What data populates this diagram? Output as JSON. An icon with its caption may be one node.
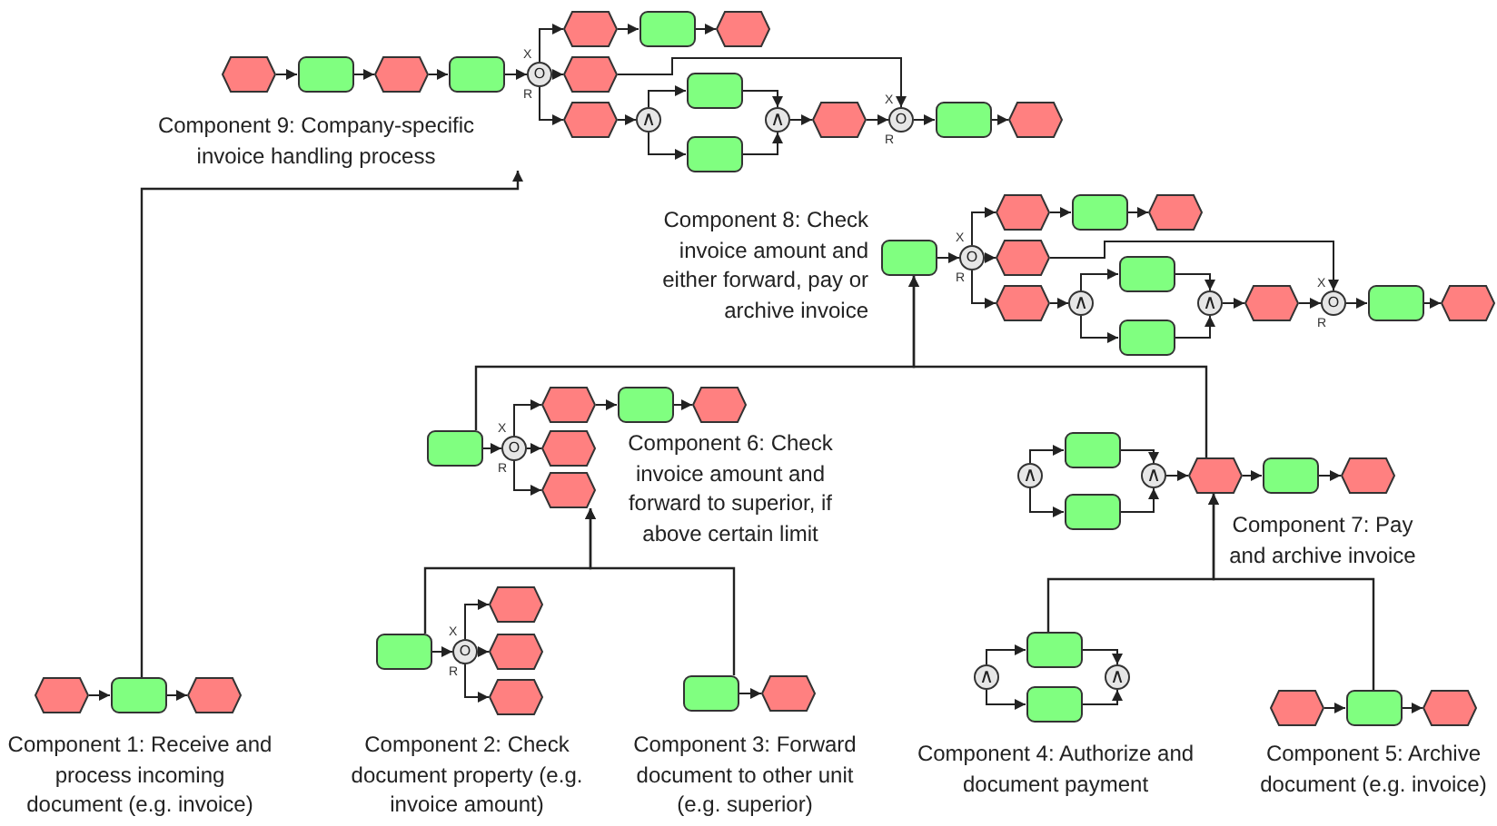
{
  "diagram": {
    "nodes": [
      {
        "text": [
          "Component 9: Company-specific invoice handling process"
        ]
      },
      {
        "text": [],
        "shape": "hexagon"
      },
      {
        "text": [],
        "shape": "box"
      },
      {
        "text": [],
        "shape": "hexagon"
      },
      {
        "text": [],
        "shape": "box"
      },
      {
        "text": [
          "O"
        ],
        "beside": [
          "X",
          "R"
        ]
      },
      {
        "text": [],
        "shape": "hexagon"
      },
      {
        "text": [],
        "shape": "box"
      },
      {
        "text": [],
        "shape": "hexagon"
      },
      {
        "text": [],
        "shape": "hexagon"
      },
      {
        "text": [],
        "shape": "hexagon"
      },
      {
        "text": [
          "∧"
        ]
      },
      {
        "text": [],
        "shape": "box"
      },
      {
        "text": [],
        "shape": "box"
      },
      {
        "text": [
          "∧"
        ]
      },
      {
        "text": [],
        "shape": "hexagon"
      },
      {
        "text": [
          "O"
        ],
        "beside": [
          "X",
          "R"
        ]
      },
      {
        "text": [],
        "shape": "box"
      },
      {
        "text": [],
        "shape": "hexagon"
      },
      {
        "text": [
          "Component 8: Check invoice amount and either forward, pay or archive invoice"
        ]
      },
      {
        "text": [],
        "shape": "box"
      },
      {
        "text": [
          "O"
        ],
        "beside": [
          "X",
          "R"
        ]
      },
      {
        "text": [],
        "shape": "hexagon"
      },
      {
        "text": [],
        "shape": "box"
      },
      {
        "text": [],
        "shape": "hexagon"
      },
      {
        "text": [],
        "shape": "hexagon"
      },
      {
        "text": [],
        "shape": "hexagon"
      },
      {
        "text": [
          "∧"
        ]
      },
      {
        "text": [],
        "shape": "box"
      },
      {
        "text": [],
        "shape": "box"
      },
      {
        "text": [
          "∧"
        ]
      },
      {
        "text": [],
        "shape": "hexagon"
      },
      {
        "text": [
          "O"
        ],
        "beside": [
          "X",
          "R"
        ]
      },
      {
        "text": [],
        "shape": "box"
      },
      {
        "text": [],
        "shape": "hexagon"
      },
      {
        "text": [
          "Component 6: Check invoice amount and forward to superior, if above certain limit"
        ]
      },
      {
        "text": [],
        "shape": "box"
      },
      {
        "text": [
          "O"
        ],
        "beside": [
          "X",
          "R"
        ]
      },
      {
        "text": [],
        "shape": "hexagon"
      },
      {
        "text": [],
        "shape": "box"
      },
      {
        "text": [],
        "shape": "hexagon"
      },
      {
        "text": [],
        "shape": "hexagon"
      },
      {
        "text": [],
        "shape": "hexagon"
      },
      {
        "text": [
          "Component 7: Pay and archive invoice"
        ]
      },
      {
        "text": [
          "∧"
        ]
      },
      {
        "text": [],
        "shape": "box"
      },
      {
        "text": [],
        "shape": "box"
      },
      {
        "text": [
          "∧"
        ]
      },
      {
        "text": [],
        "shape": "hexagon"
      },
      {
        "text": [],
        "shape": "box"
      },
      {
        "text": [],
        "shape": "hexagon"
      },
      {
        "text": [
          "Component 1: Receive and process incoming document (e.g. invoice)"
        ]
      },
      {
        "text": [],
        "shape": "hexagon"
      },
      {
        "text": [],
        "shape": "box"
      },
      {
        "text": [],
        "shape": "hexagon"
      },
      {
        "text": [
          "Component 2: Check document property (e.g. invoice amount)"
        ]
      },
      {
        "text": [],
        "shape": "box"
      },
      {
        "text": [
          "O"
        ],
        "beside": [
          "X",
          "R"
        ]
      },
      {
        "text": [],
        "shape": "hexagon"
      },
      {
        "text": [],
        "shape": "hexagon"
      },
      {
        "text": [],
        "shape": "hexagon"
      },
      {
        "text": [
          "Component 3: Forward document to other unit (e.g. superior)"
        ]
      },
      {
        "text": [],
        "shape": "box"
      },
      {
        "text": [],
        "shape": "hexagon"
      },
      {
        "text": [
          "Component 4: Authorize and document payment"
        ]
      },
      {
        "text": [
          "∧"
        ]
      },
      {
        "text": [],
        "shape": "box"
      },
      {
        "text": [],
        "shape": "box"
      },
      {
        "text": [
          "∧"
        ]
      },
      {
        "text": [
          "Component 5: Archive document (e.g. invoice)"
        ]
      },
      {
        "text": [],
        "shape": "hexagon"
      },
      {
        "text": [],
        "shape": "box"
      },
      {
        "text": [],
        "shape": "hexagon"
      }
    ],
    "edges": [
      {
        "from": 1,
        "to": 2,
        "arrow": "to"
      },
      {
        "from": 2,
        "to": 3,
        "arrow": "to"
      },
      {
        "from": 3,
        "to": 4,
        "arrow": "to"
      },
      {
        "from": 4,
        "to": 5,
        "arrow": "to"
      },
      {
        "from": 5,
        "to": 6,
        "arrow": "to"
      },
      {
        "from": 6,
        "to": 7,
        "arrow": "to"
      },
      {
        "from": 7,
        "to": 8,
        "arrow": "to"
      },
      {
        "from": 5,
        "to": 9,
        "arrow": "to"
      },
      {
        "from": 5,
        "to": 10,
        "arrow": "to"
      },
      {
        "from": 10,
        "to": 11,
        "arrow": "to"
      },
      {
        "from": 11,
        "to": 12,
        "arrow": "to"
      },
      {
        "from": 11,
        "to": 13,
        "arrow": "to"
      },
      {
        "from": 12,
        "to": 14,
        "arrow": "to"
      },
      {
        "from": 13,
        "to": 14,
        "arrow": "to"
      },
      {
        "from": 14,
        "to": 15,
        "arrow": "to"
      },
      {
        "from": 15,
        "to": 16,
        "arrow": "to"
      },
      {
        "from": 9,
        "to": 16,
        "arrow": "to"
      },
      {
        "from": 16,
        "to": 17,
        "arrow": "to"
      },
      {
        "from": 17,
        "to": 18,
        "arrow": "to"
      },
      {
        "from": 20,
        "to": 21,
        "arrow": "to"
      },
      {
        "from": 21,
        "to": 22,
        "arrow": "to"
      },
      {
        "from": 22,
        "to": 23,
        "arrow": "to"
      },
      {
        "from": 23,
        "to": 24,
        "arrow": "to"
      },
      {
        "from": 21,
        "to": 25,
        "arrow": "to"
      },
      {
        "from": 21,
        "to": 26,
        "arrow": "to"
      },
      {
        "from": 26,
        "to": 27,
        "arrow": "to"
      },
      {
        "from": 27,
        "to": 28,
        "arrow": "to"
      },
      {
        "from": 27,
        "to": 29,
        "arrow": "to"
      },
      {
        "from": 28,
        "to": 30,
        "arrow": "to"
      },
      {
        "from": 29,
        "to": 30,
        "arrow": "to"
      },
      {
        "from": 30,
        "to": 31,
        "arrow": "to"
      },
      {
        "from": 31,
        "to": 32,
        "arrow": "to"
      },
      {
        "from": 25,
        "to": 32,
        "arrow": "to"
      },
      {
        "from": 32,
        "to": 33,
        "arrow": "to"
      },
      {
        "from": 33,
        "to": 34,
        "arrow": "to"
      },
      {
        "from": 36,
        "to": 37,
        "arrow": "to"
      },
      {
        "from": 37,
        "to": 38,
        "arrow": "to"
      },
      {
        "from": 38,
        "to": 39,
        "arrow": "to"
      },
      {
        "from": 39,
        "to": 40,
        "arrow": "to"
      },
      {
        "from": 37,
        "to": 41,
        "arrow": "to"
      },
      {
        "from": 37,
        "to": 42,
        "arrow": "to"
      },
      {
        "from": 44,
        "to": 45,
        "arrow": "to"
      },
      {
        "from": 44,
        "to": 46,
        "arrow": "to"
      },
      {
        "from": 45,
        "to": 47,
        "arrow": "to"
      },
      {
        "from": 46,
        "to": 47,
        "arrow": "to"
      },
      {
        "from": 47,
        "to": 48,
        "arrow": "to"
      },
      {
        "from": 48,
        "to": 49,
        "arrow": "to"
      },
      {
        "from": 49,
        "to": 50,
        "arrow": "to"
      },
      {
        "from": 52,
        "to": 53,
        "arrow": "to"
      },
      {
        "from": 53,
        "to": 54,
        "arrow": "to"
      },
      {
        "from": 56,
        "to": 57,
        "arrow": "to"
      },
      {
        "from": 57,
        "to": 58,
        "arrow": "to"
      },
      {
        "from": 57,
        "to": 59,
        "arrow": "to"
      },
      {
        "from": 57,
        "to": 60,
        "arrow": "to"
      },
      {
        "from": 62,
        "to": 63,
        "arrow": "to"
      },
      {
        "from": 65,
        "to": 66,
        "arrow": "to"
      },
      {
        "from": 65,
        "to": 67,
        "arrow": "to"
      },
      {
        "from": 66,
        "to": 68,
        "arrow": "to"
      },
      {
        "from": 67,
        "to": 68,
        "arrow": "to"
      },
      {
        "from": 70,
        "to": 71,
        "arrow": "to"
      },
      {
        "from": 71,
        "to": 72,
        "arrow": "to"
      },
      {
        "from": 53,
        "to": 0,
        "arrow": "to"
      },
      {
        "from": 56,
        "to": 42,
        "arrow": "to"
      },
      {
        "from": 62,
        "to": 42,
        "arrow": "to"
      },
      {
        "from": 66,
        "to": 48,
        "arrow": "to"
      },
      {
        "from": 71,
        "to": 48,
        "arrow": "to"
      },
      {
        "from": 36,
        "to": 20,
        "arrow": "to"
      },
      {
        "from": 48,
        "to": 20,
        "arrow": "to"
      }
    ]
  }
}
